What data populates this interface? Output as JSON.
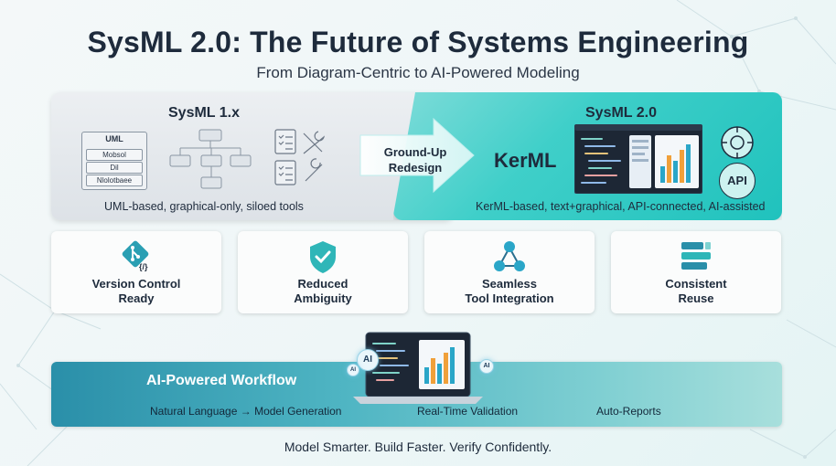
{
  "header": {
    "title": "SysML 2.0: The Future of Systems Engineering",
    "subtitle": "From Diagram-Centric to AI-Powered Modeling"
  },
  "left_panel": {
    "title": "SysML 1.x",
    "uml_box": {
      "header": "UML",
      "rows": [
        "Mobsol",
        "Dil",
        "Nlolotbaee"
      ]
    },
    "caption": "UML-based, graphical-only, siloed tools"
  },
  "transition": {
    "label_line1": "Ground-Up",
    "label_line2": "Redesign"
  },
  "right_panel": {
    "title": "SysML 2.0",
    "core": "KerML",
    "api_label": "API",
    "caption": "KerML-based, text+graphical, API-connected, AI-assisted"
  },
  "features": [
    {
      "line1": "Version Control",
      "line2": "Ready",
      "icon": "git-branch-icon",
      "glyph": "{/}"
    },
    {
      "line1": "Reduced",
      "line2": "Ambiguity",
      "icon": "shield-check-icon"
    },
    {
      "line1": "Seamless",
      "line2": "Tool Integration",
      "icon": "network-nodes-icon"
    },
    {
      "line1": "Consistent",
      "line2": "Reuse",
      "icon": "stacked-blocks-icon"
    }
  ],
  "workflow": {
    "title": "AI-Powered Workflow",
    "ai_label": "AI",
    "items": [
      "Natural Language → Model Generation",
      "Real-Time Validation",
      "Auto-Reports"
    ]
  },
  "tagline": "Model Smarter. Build Faster. Verify Confidently.",
  "colors": {
    "teal": "#20c2bd",
    "navy": "#1e2b3c",
    "workflow_start": "#2a8fa9"
  }
}
